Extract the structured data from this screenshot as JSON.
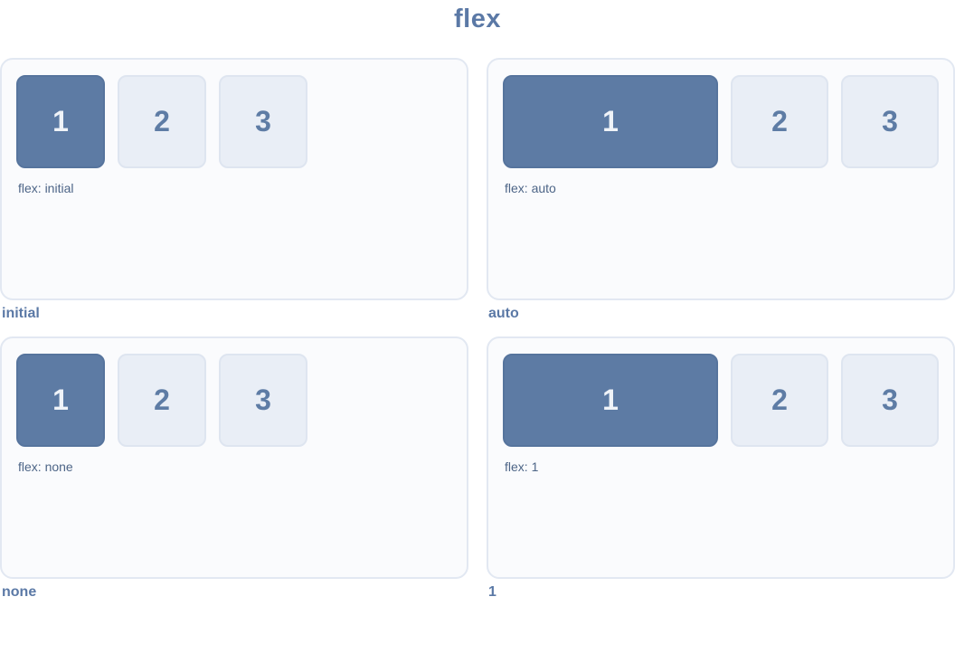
{
  "page": {
    "title": "flex"
  },
  "colors": {
    "accent_box_bg": "#5d7ba4",
    "accent_box_text": "#eff3f8",
    "plain_box_bg": "#e9eef6",
    "plain_box_border": "#dee5f0",
    "plain_box_text": "#5e7ca5",
    "panel_bg": "#fafbfd",
    "panel_border": "#e2e8f2",
    "caption_text": "#4d6587",
    "label_text": "#5b79a6"
  },
  "panels": [
    {
      "label": "initial",
      "caption": "flex: initial",
      "flex_value": "initial",
      "boxes": [
        "1",
        "2",
        "3"
      ]
    },
    {
      "label": "auto",
      "caption": "flex: auto",
      "flex_value": "auto",
      "boxes": [
        "1",
        "2",
        "3"
      ]
    },
    {
      "label": "none",
      "caption": "flex: none",
      "flex_value": "none",
      "boxes": [
        "1",
        "2",
        "3"
      ]
    },
    {
      "label": "1",
      "caption": "flex: 1",
      "flex_value": "1",
      "boxes": [
        "1",
        "2",
        "3"
      ]
    }
  ]
}
